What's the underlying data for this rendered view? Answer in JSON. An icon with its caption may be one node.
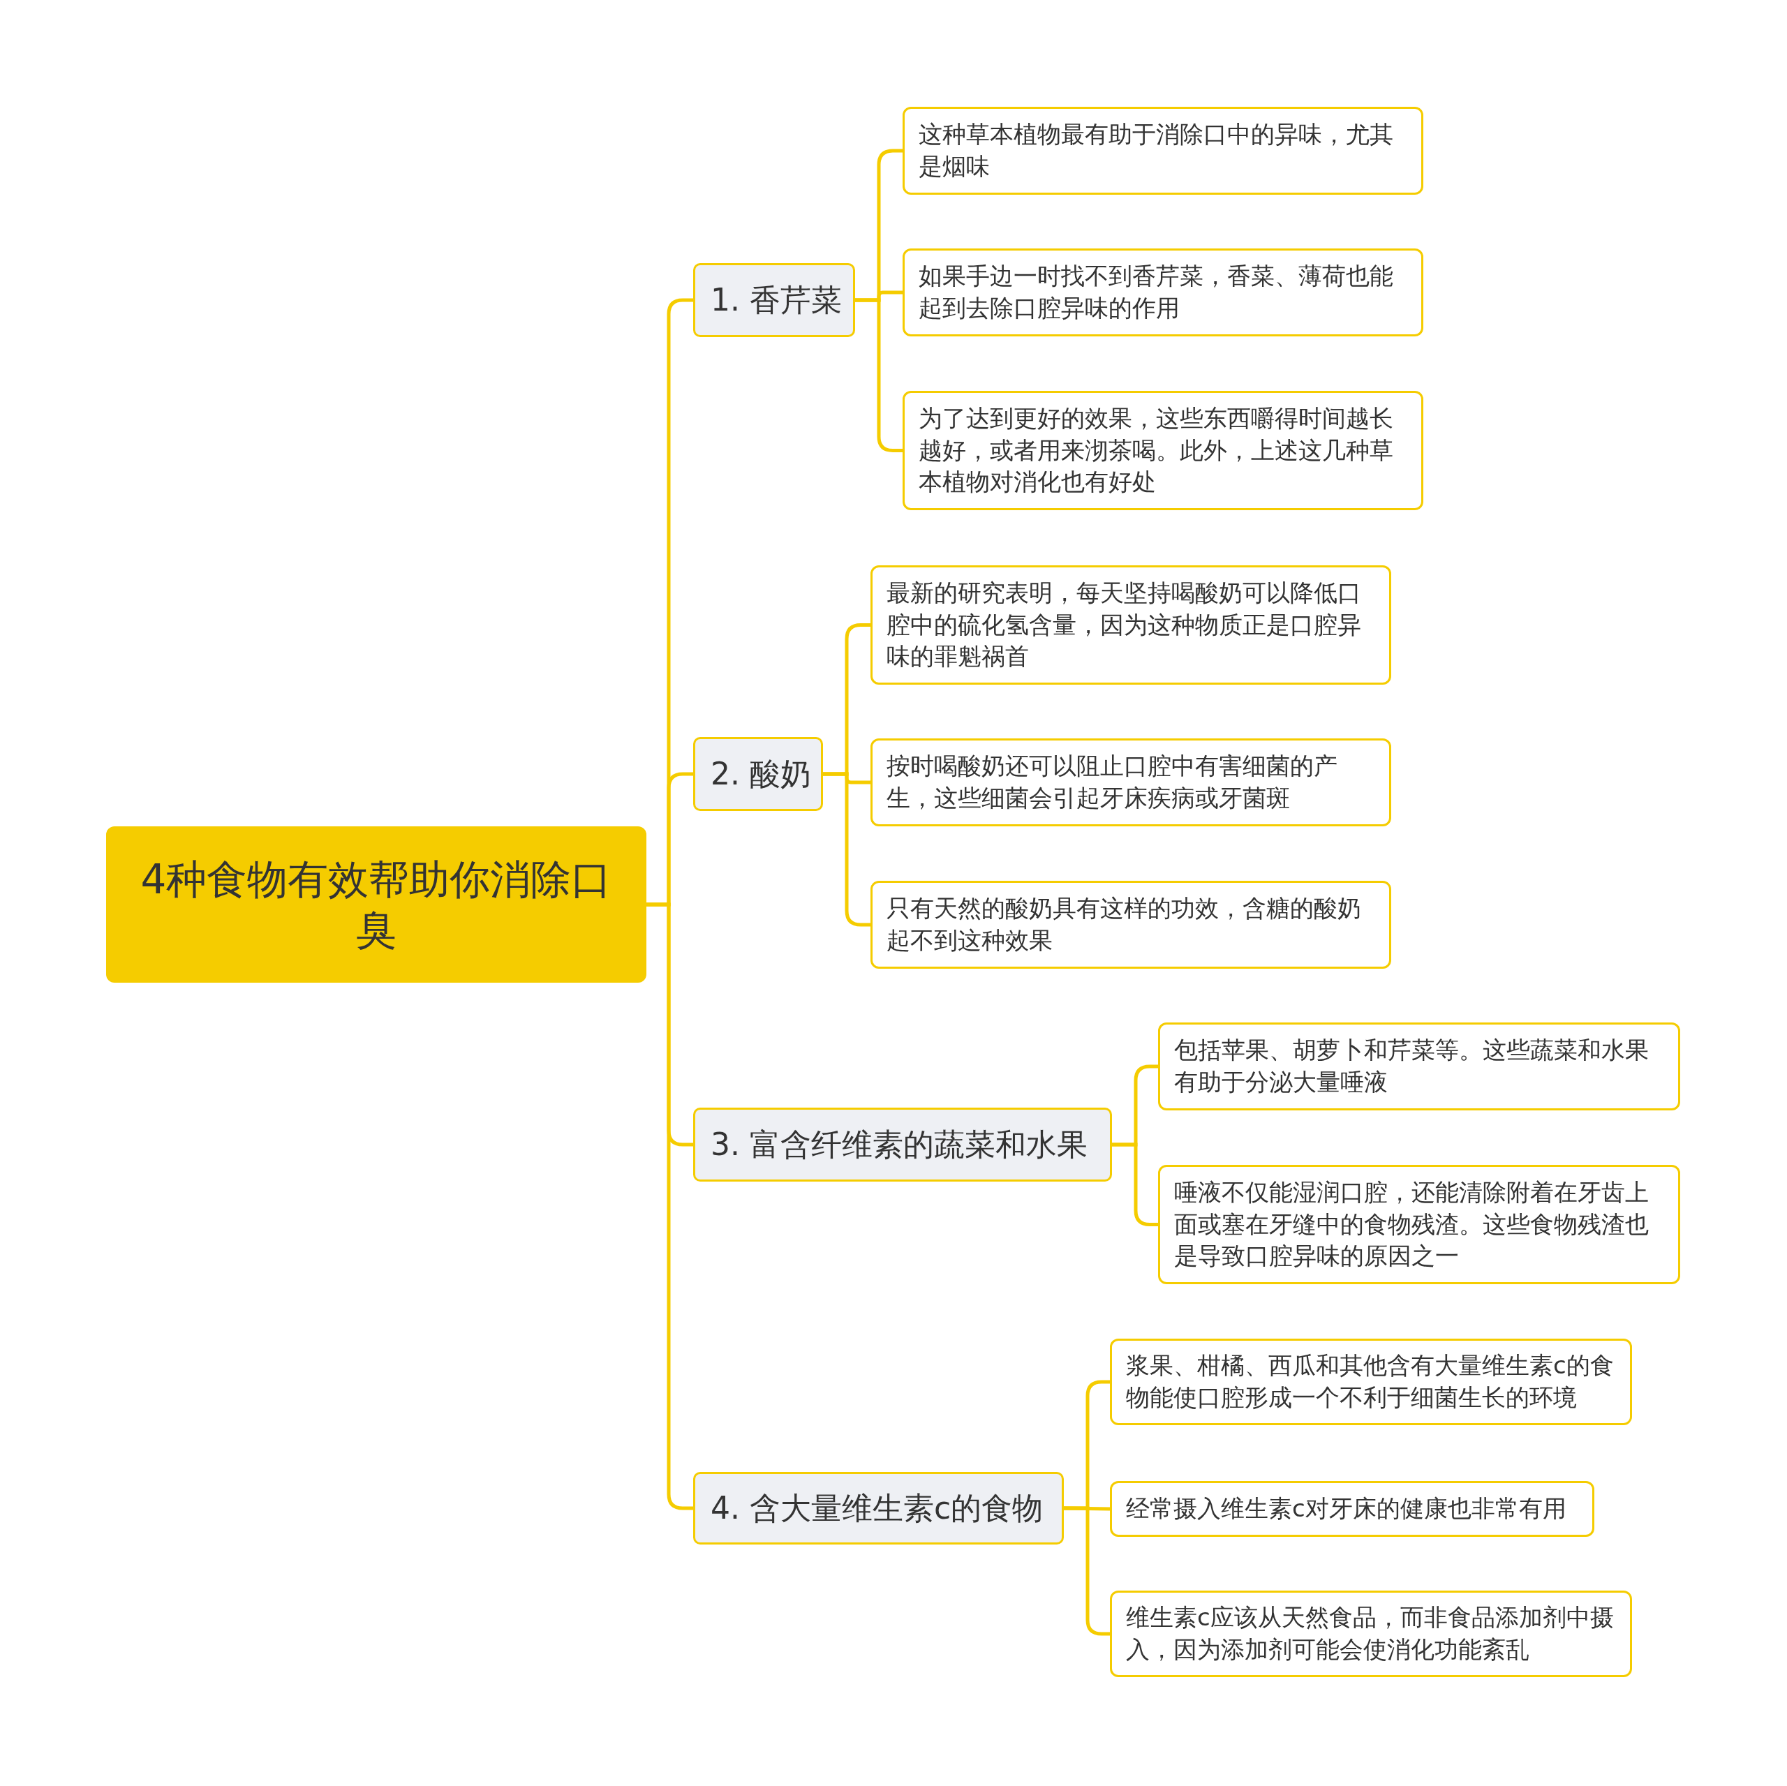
{
  "diagram": {
    "nodes": [
      {
        "text": [
          "4种食物有效帮助你消除口臭"
        ]
      },
      {
        "text": [
          "1. 香芹菜"
        ]
      },
      {
        "text": [
          "这种草本植物最有助于消除口中的异味，尤其是烟味"
        ]
      },
      {
        "text": [
          "如果手边一时找不到香芹菜，香菜、薄荷也能起到去除口腔异味的作用"
        ]
      },
      {
        "text": [
          "为了达到更好的效果，这些东西嚼得时间越长越好，或者用来沏茶喝。此外，上述这几种草本植物对消化也有好处"
        ]
      },
      {
        "text": [
          "2. 酸奶"
        ]
      },
      {
        "text": [
          "最新的研究表明，每天坚持喝酸奶可以降低口腔中的硫化氢含量，因为这种物质正是口腔异味的罪魁祸首"
        ]
      },
      {
        "text": [
          "按时喝酸奶还可以阻止口腔中有害细菌的产生，这些细菌会引起牙床疾病或牙菌斑"
        ]
      },
      {
        "text": [
          "只有天然的酸奶具有这样的功效，含糖的酸奶起不到这种效果"
        ]
      },
      {
        "text": [
          "3. 富含纤维素的蔬菜和水果"
        ]
      },
      {
        "text": [
          "包括苹果、胡萝卜和芹菜等。这些蔬菜和水果有助于分泌大量唾液"
        ]
      },
      {
        "text": [
          "唾液不仅能湿润口腔，还能清除附着在牙齿上面或塞在牙缝中的食物残渣。这些食物残渣也是导致口腔异味的原因之一"
        ]
      },
      {
        "text": [
          "4. 含大量维生素c的食物"
        ]
      },
      {
        "text": [
          "浆果、柑橘、西瓜和其他含有大量维生素c的食物能使口腔形成一个不利于细菌生长的环境"
        ]
      },
      {
        "text": [
          "经常摄入维生素c对牙床的健康也非常有用"
        ]
      },
      {
        "text": [
          "维生素c应该从天然食品，而非食品添加剂中摄入，因为添加剂可能会使消化功能紊乱"
        ]
      }
    ],
    "edges": [
      {
        "from": 0,
        "to": 1,
        "arrow": "none"
      },
      {
        "from": 1,
        "to": 2,
        "arrow": "none"
      },
      {
        "from": 1,
        "to": 3,
        "arrow": "none"
      },
      {
        "from": 1,
        "to": 4,
        "arrow": "none"
      },
      {
        "from": 0,
        "to": 5,
        "arrow": "none"
      },
      {
        "from": 5,
        "to": 6,
        "arrow": "none"
      },
      {
        "from": 5,
        "to": 7,
        "arrow": "none"
      },
      {
        "from": 5,
        "to": 8,
        "arrow": "none"
      },
      {
        "from": 0,
        "to": 9,
        "arrow": "none"
      },
      {
        "from": 9,
        "to": 10,
        "arrow": "none"
      },
      {
        "from": 9,
        "to": 11,
        "arrow": "none"
      },
      {
        "from": 0,
        "to": 12,
        "arrow": "none"
      },
      {
        "from": 12,
        "to": 13,
        "arrow": "none"
      },
      {
        "from": 12,
        "to": 14,
        "arrow": "none"
      },
      {
        "from": 12,
        "to": 15,
        "arrow": "none"
      }
    ]
  }
}
